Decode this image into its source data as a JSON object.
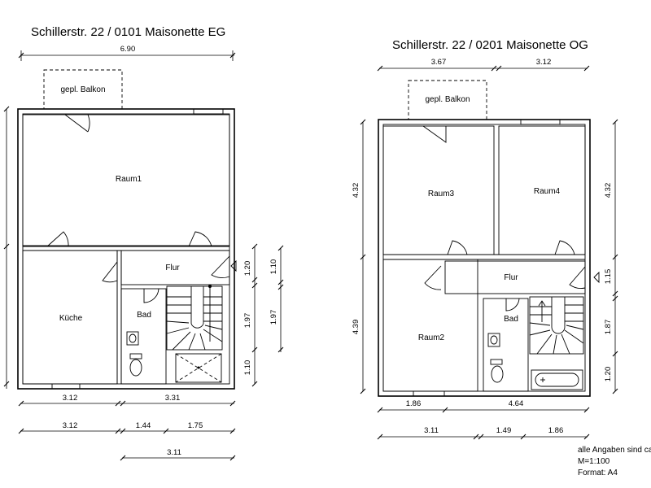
{
  "plans": {
    "eg": {
      "title": "Schillerstr. 22 / 0101 Maisonette EG",
      "rooms": {
        "balkon": "gepl. Balkon",
        "raum1": "Raum1",
        "kueche": "Küche",
        "flur": "Flur",
        "bad": "Bad"
      },
      "dims": {
        "top_total": "6.90",
        "bottom1_a": "3.12",
        "bottom1_b": "3.31",
        "bottom2_a": "3.12",
        "bottom2_b": "1.44",
        "bottom2_c": "1.75",
        "bottom3": "3.11",
        "right1_a": "1.20",
        "right1_b": "1.97",
        "right1_c": "1.10",
        "right2_a": "1.10",
        "right2_b": "1.97"
      }
    },
    "og": {
      "title": "Schillerstr. 22 / 0201 Maisonette OG",
      "rooms": {
        "balkon": "gepl. Balkon",
        "raum3": "Raum3",
        "raum4": "Raum4",
        "raum2": "Raum2",
        "flur": "Flur",
        "bad": "Bad"
      },
      "dims": {
        "top_a": "3.67",
        "top_b": "3.12",
        "left_a": "4.32",
        "left_b": "4.39",
        "right_a": "4.32",
        "right_b": "1.15",
        "right_c": "1.87",
        "right_d": "1.20",
        "bottom1_a": "1.86",
        "bottom1_b": "4.64",
        "bottom2_a": "3.11",
        "bottom2_b": "1.49",
        "bottom2_c": "1.86"
      }
    }
  },
  "notes": {
    "line1": "alle Angaben sind ca.",
    "line2": "M=1:100",
    "line3": "Format: A4"
  }
}
